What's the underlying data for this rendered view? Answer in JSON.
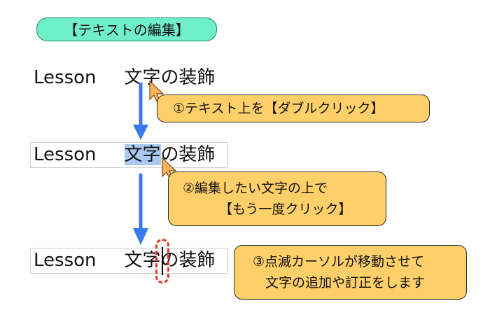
{
  "header": {
    "label": "【テキストの編集】"
  },
  "colors": {
    "pill_bg": "#6ff0c8",
    "callout_bg": "#ffcf6a",
    "arrow": "#3a7af0",
    "selection": "#a9c9f2",
    "dashed_ring": "#e23a1f"
  },
  "steps": [
    {
      "prefix": "Lesson",
      "word1": "文字",
      "word2": "の装飾"
    },
    {
      "prefix": "Lesson",
      "word1": "文字",
      "word2": "の装飾"
    },
    {
      "prefix": "Lesson",
      "word1": "文字",
      "word2": "の装飾"
    }
  ],
  "callouts": {
    "c1": {
      "line1": "①テキスト上を【ダブルクリック】"
    },
    "c2": {
      "line1": "②編集したい文字の上で",
      "line2": "【もう一度クリック】"
    },
    "c3": {
      "line1": "③点滅カーソルが移動させて",
      "line2": "文字の追加や訂正をします"
    }
  },
  "icons": {
    "pointer": "mouse-pointer-icon",
    "arrow": "arrow-down-icon"
  }
}
